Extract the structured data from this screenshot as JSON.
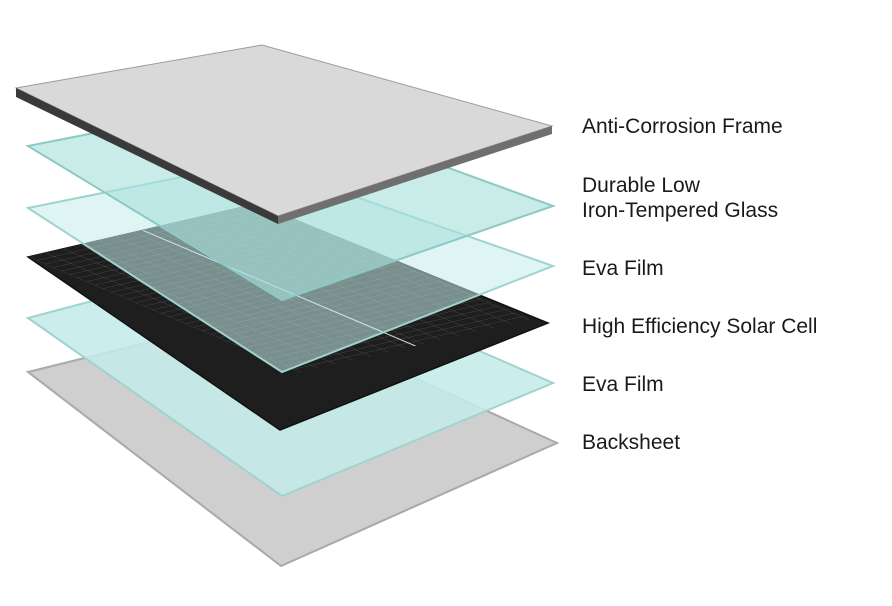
{
  "layers": [
    {
      "id": "frame",
      "lines": [
        "Anti-Corrosion Frame"
      ]
    },
    {
      "id": "glass",
      "lines": [
        "Durable Low",
        "Iron-Tempered Glass"
      ]
    },
    {
      "id": "eva-top",
      "lines": [
        "Eva Film"
      ]
    },
    {
      "id": "solar-cell",
      "lines": [
        "High Efficiency Solar Cell"
      ]
    },
    {
      "id": "eva-bottom",
      "lines": [
        "Eva Film"
      ]
    },
    {
      "id": "backsheet",
      "lines": [
        "Backsheet"
      ]
    }
  ],
  "colors": {
    "frame": "#d9d9d9",
    "frame_edge": "#3a3a3a",
    "glass": "#a8e0dc",
    "eva": "#c4ecea",
    "cell": "#1e1e1e",
    "backsheet": "#cfcfcf",
    "label_text": "#1a1a1a"
  }
}
